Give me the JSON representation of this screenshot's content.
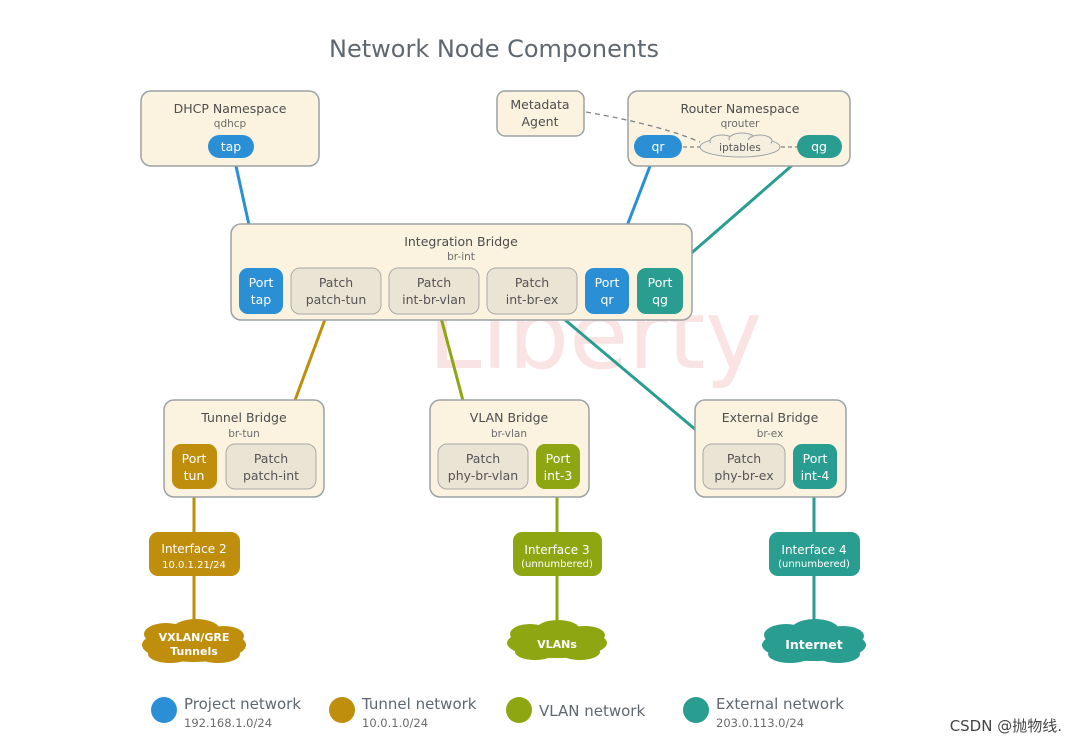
{
  "title": "Network Node Components",
  "watermark": "Liberty",
  "credit": "CSDN @抛物线.",
  "colors": {
    "project": "#2b8fd6",
    "tunnel": "#bf8e0c",
    "vlan": "#8ea612",
    "external": "#2a9d91",
    "box_fill": "#fbf3df",
    "box_stroke": "#9ca2a6",
    "patch_fill": "#eae4d4"
  },
  "dhcp": {
    "title": "DHCP Namespace",
    "sub": "qdhcp",
    "port": "tap"
  },
  "metadata": {
    "line1": "Metadata",
    "line2": "Agent"
  },
  "router": {
    "title": "Router Namespace",
    "sub": "qrouter",
    "port_qr": "qr",
    "iptables": "iptables",
    "port_qg": "qg"
  },
  "integration": {
    "title": "Integration Bridge",
    "sub": "br-int",
    "port_tap": [
      "Port",
      "tap"
    ],
    "patch_tun": [
      "Patch",
      "patch-tun"
    ],
    "patch_vlan": [
      "Patch",
      "int-br-vlan"
    ],
    "patch_ex": [
      "Patch",
      "int-br-ex"
    ],
    "port_qr": [
      "Port",
      "qr"
    ],
    "port_qg": [
      "Port",
      "qg"
    ]
  },
  "tunnel_bridge": {
    "title": "Tunnel Bridge",
    "sub": "br-tun",
    "port": [
      "Port",
      "tun"
    ],
    "patch": [
      "Patch",
      "patch-int"
    ]
  },
  "vlan_bridge": {
    "title": "VLAN Bridge",
    "sub": "br-vlan",
    "patch": [
      "Patch",
      "phy-br-vlan"
    ],
    "port": [
      "Port",
      "int-3"
    ]
  },
  "external_bridge": {
    "title": "External Bridge",
    "sub": "br-ex",
    "patch": [
      "Patch",
      "phy-br-ex"
    ],
    "port": [
      "Port",
      "int-4"
    ]
  },
  "interfaces": {
    "if2": {
      "title": "Interface 2",
      "sub": "10.0.1.21/24"
    },
    "if3": {
      "title": "Interface 3",
      "sub": "(unnumbered)"
    },
    "if4": {
      "title": "Interface 4",
      "sub": "(unnumbered)"
    }
  },
  "clouds": {
    "vxlan": [
      "VXLAN/GRE",
      "Tunnels"
    ],
    "vlans": "VLANs",
    "internet": "Internet"
  },
  "legend": [
    {
      "label": "Project network",
      "sub": "192.168.1.0/24",
      "color": "#2b8fd6"
    },
    {
      "label": "Tunnel network",
      "sub": "10.0.1.0/24",
      "color": "#bf8e0c"
    },
    {
      "label": "VLAN network",
      "sub": "",
      "color": "#8ea612"
    },
    {
      "label": "External network",
      "sub": "203.0.113.0/24",
      "color": "#2a9d91"
    }
  ]
}
